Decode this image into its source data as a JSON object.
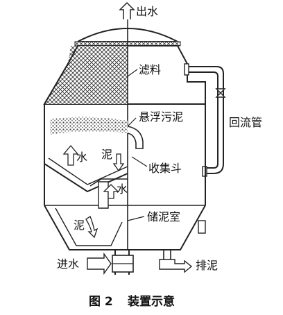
{
  "labels": {
    "outlet": "出水",
    "filter_media": "滤料",
    "suspended_sludge": "悬浮污泥",
    "return_pipe": "回流管",
    "water_up": "水",
    "sludge_collect": "泥",
    "collection_hopper": "收集斗",
    "water_mid": "水",
    "sludge_low": "泥",
    "sludge_chamber": "储泥室",
    "inlet": "进水",
    "sludge_discharge": "排泥"
  },
  "caption": {
    "figure_no": "图 2",
    "title": "装置示意"
  }
}
